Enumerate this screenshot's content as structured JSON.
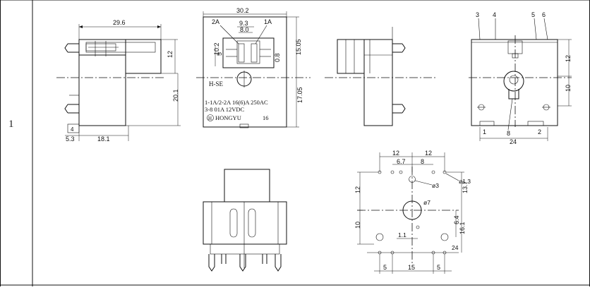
{
  "table": {
    "row_number": "1"
  },
  "view_side": {
    "d_width": "29.6",
    "d_top": "12",
    "d_height": "20.1",
    "d_pin_a": "4",
    "d_pin_b": "5.3",
    "d_base": "18.1"
  },
  "view_front": {
    "d_width": "30.2",
    "d_inner_a": "9.3",
    "d_inner_b": "8.0",
    "lbl_left": "2A",
    "lbl_right": "1A",
    "d_left_a": "10.2",
    "d_left_b": "5",
    "d_right": "0.8",
    "d_h_upper": "15.05",
    "d_h_lower": "17.05",
    "model": "H-SE",
    "spec_1": "1-1A/2-2A 16(6)A 250AC",
    "spec_2": "3-8 01A 12VDC",
    "brand_logo": "H",
    "brand": "HONGYU",
    "size_code": "16"
  },
  "view_back": {
    "pin_3": "3",
    "pin_4": "4",
    "pin_5": "5",
    "pin_6": "6",
    "d_right_a": "12",
    "d_right_b": "10",
    "pin_1": "1",
    "pin_8": "8",
    "pin_2": "2",
    "d_bottom": "24"
  },
  "view_footprint": {
    "d_top_a": "12",
    "d_top_b": "12",
    "d_top_c": "6.7",
    "d_top_d": "8",
    "d_hole_small": "ø1.3",
    "d_hole_med": "ø3",
    "d_hole_center": "ø7",
    "d_left_a": "12",
    "d_left_b": "10",
    "d_right_a": "13.7",
    "d_right_b": "6.4",
    "d_right_c": "16.1",
    "d_mid": "1.1",
    "d_mid_right": "24",
    "d_bot_a": "5",
    "d_bot_b": "15",
    "d_bot_c": "5"
  }
}
